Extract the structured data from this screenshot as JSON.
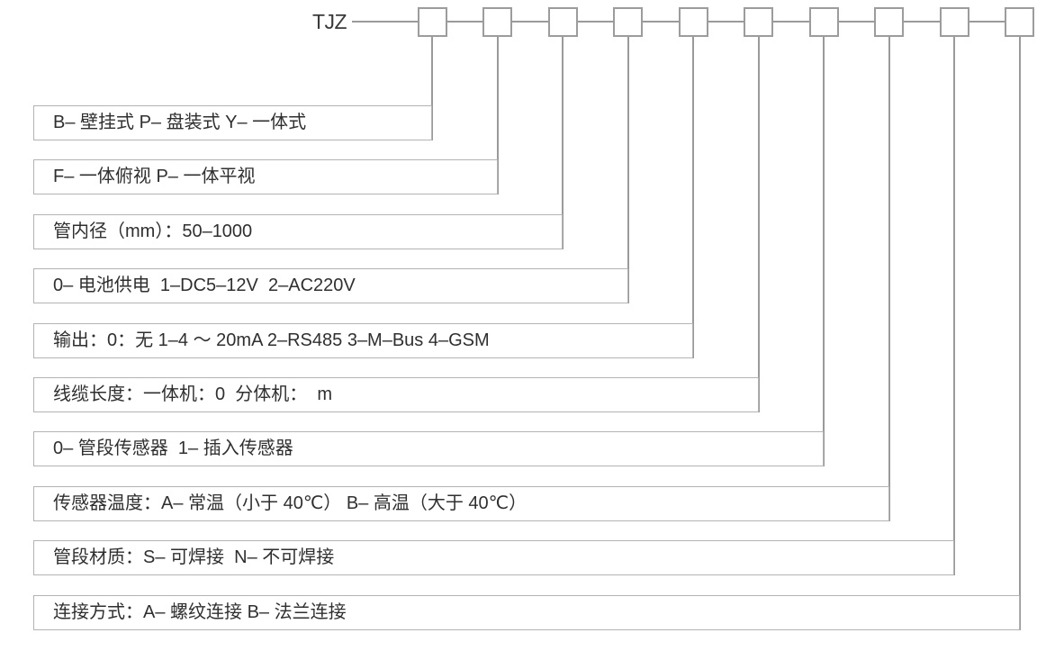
{
  "diagram": {
    "prefix": "TJZ",
    "code_box_count": 10,
    "colors": {
      "line": "#9a9a9a",
      "box_border": "#9c9c9c",
      "row_border": "#b3b3b3",
      "text": "#2f2f2f",
      "background": "#ffffff"
    },
    "rows": [
      {
        "label": "B– 壁挂式 P– 盘装式 Y– 一体式"
      },
      {
        "label": "F– 一体俯视 P– 一体平视"
      },
      {
        "label": "管内径（mm）：50–1000"
      },
      {
        "label": "0– 电池供电  1–DC5–12V  2–AC220V"
      },
      {
        "label": "输出：0：无 1–4 ～ 20mA 2–RS485 3–M–Bus 4–GSM"
      },
      {
        "label": "线缆长度：一体机：0  分体机：  m"
      },
      {
        "label": "0– 管段传感器  1– 插入传感器"
      },
      {
        "label": "传感器温度：A– 常温（小于 40℃） B– 高温（大于 40℃）"
      },
      {
        "label": "管段材质：S– 可焊接  N– 不可焊接"
      },
      {
        "label": "连接方式：A– 螺纹连接 B– 法兰连接"
      }
    ]
  }
}
